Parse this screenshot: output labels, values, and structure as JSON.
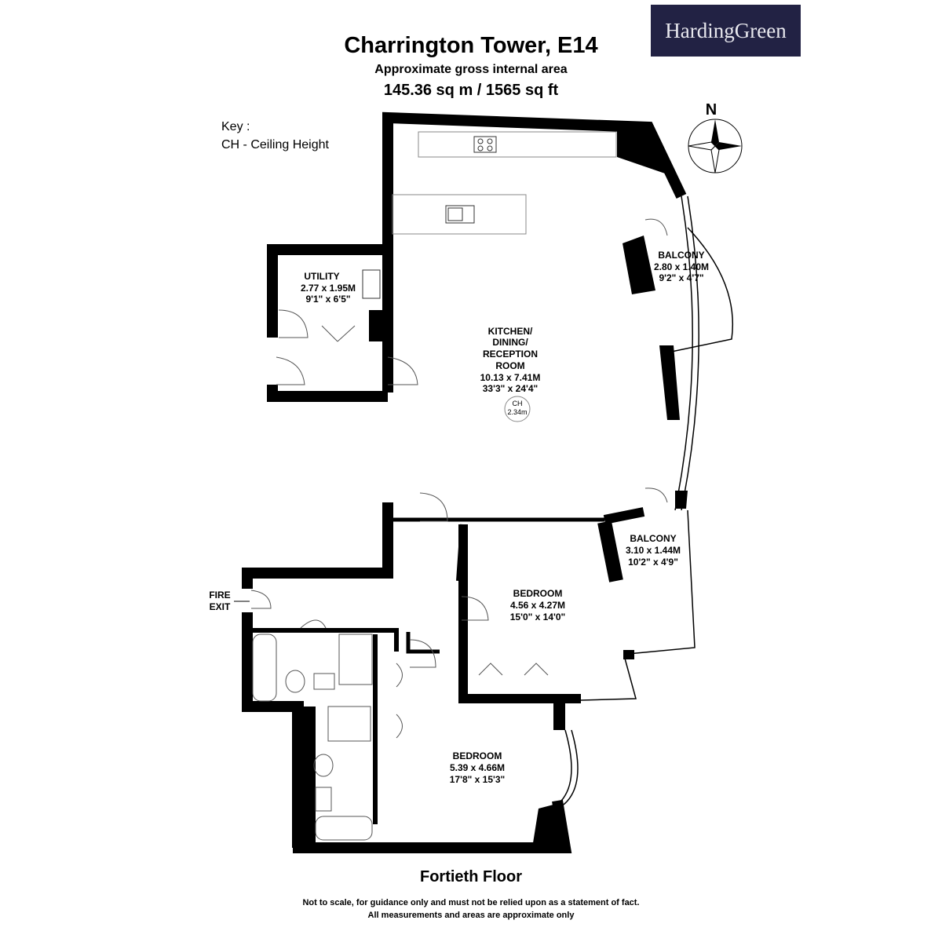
{
  "header": {
    "title": "Charrington Tower, E14",
    "subtitle": "Approximate gross internal area",
    "area": "145.36 sq m /  1565 sq ft"
  },
  "logo": {
    "text": "HardingGreen",
    "bg": "#222244"
  },
  "key": {
    "title": "Key :",
    "item": "CH - Ceiling Height"
  },
  "compass": {
    "label": "N"
  },
  "rooms": {
    "kitchen": {
      "name": [
        "KITCHEN/",
        "DINING/",
        "RECEPTION",
        "ROOM"
      ],
      "metric": "10.13 x 7.41M",
      "imperial": "33'3\" x 24'4\"",
      "ch_label": "CH",
      "ch_value": "2.34m"
    },
    "utility": {
      "name": "UTILITY",
      "metric": "2.77 x 1.95M",
      "imperial": "9'1\" x 6'5\""
    },
    "balcony1": {
      "name": "BALCONY",
      "metric": "2.80 x 1.40M",
      "imperial": "9'2\" x 4'7\""
    },
    "balcony2": {
      "name": "BALCONY",
      "metric": "3.10 x 1.44M",
      "imperial": "10'2\" x 4'9\""
    },
    "bedroom1": {
      "name": "BEDROOM",
      "metric": "4.56 x 4.27M",
      "imperial": "15'0\" x 14'0\""
    },
    "bedroom2": {
      "name": "BEDROOM",
      "metric": "5.39 x 4.66M",
      "imperial": "17'8\" x 15'3\""
    },
    "fire_exit": [
      "FIRE",
      "EXIT"
    ]
  },
  "footer": {
    "floor": "Fortieth Floor",
    "disclaimer1": "Not to scale, for guidance only and must not be relied upon as a statement of fact.",
    "disclaimer2": "All measurements and areas are approximate only"
  }
}
